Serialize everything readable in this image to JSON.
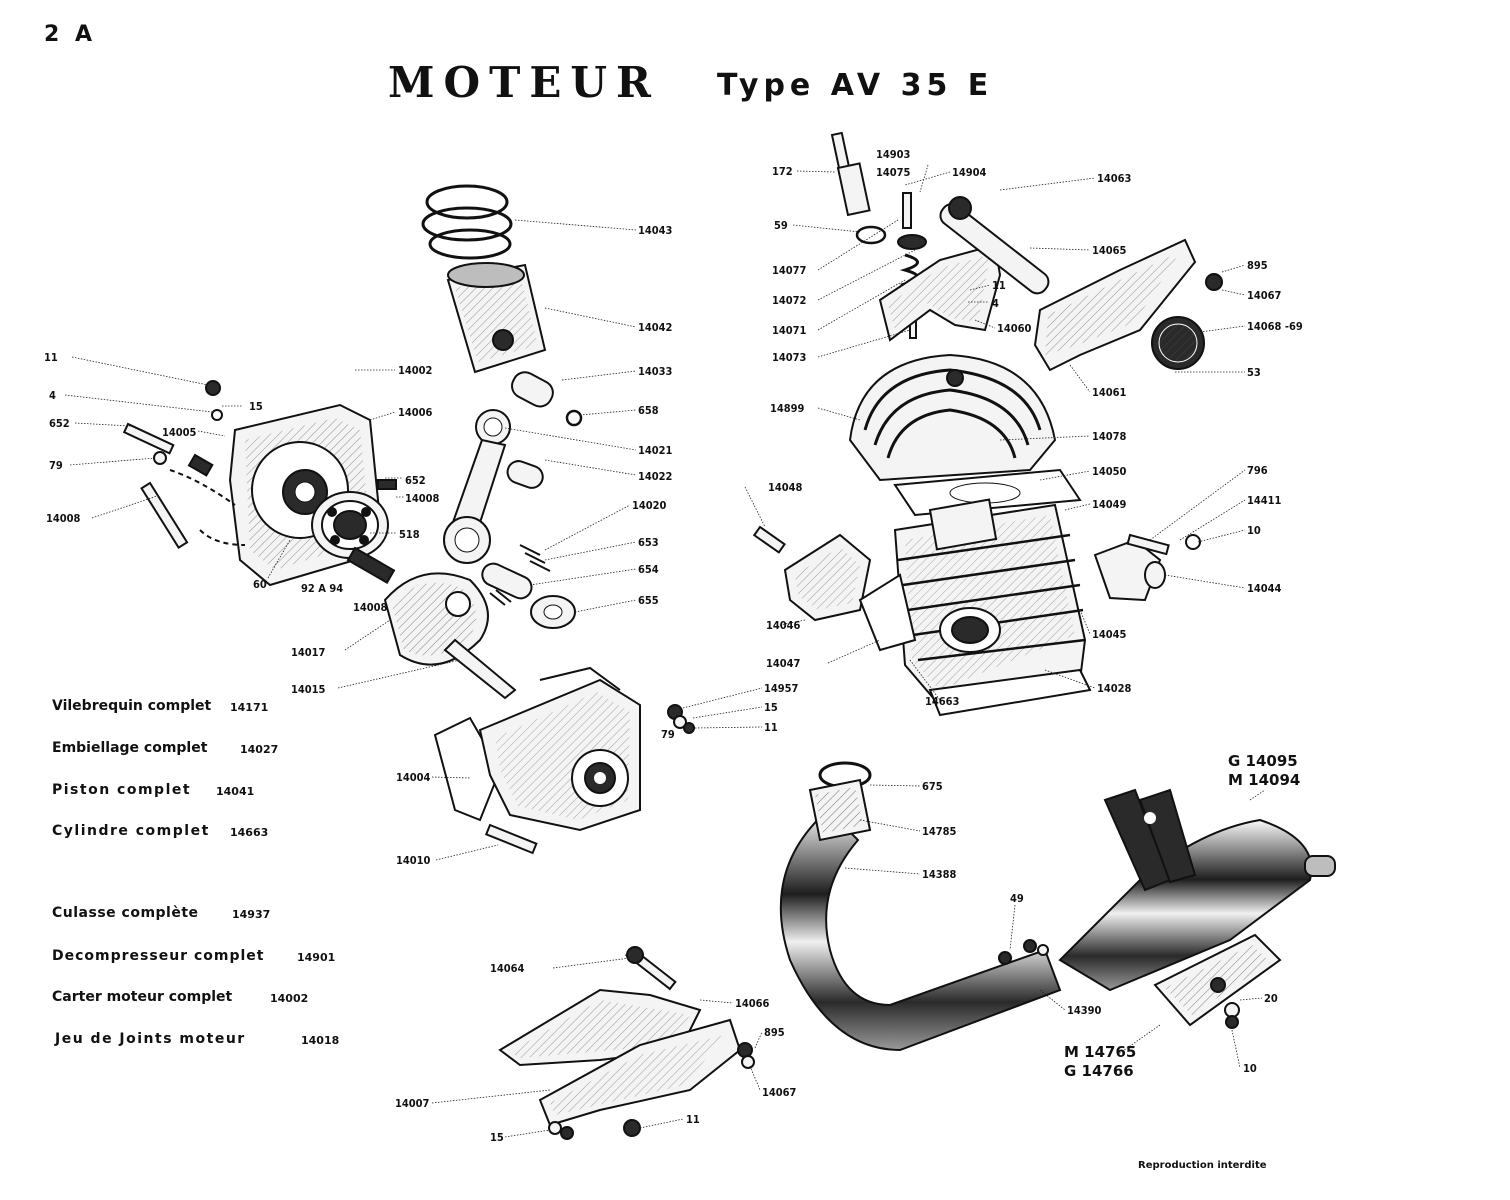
{
  "page_number": "2 A",
  "title": "MOTEUR",
  "subtitle": "Type AV 35 E",
  "footer": "Reproduction interdite",
  "legend": [
    {
      "name": "Vilebrequin complet",
      "code": "14171"
    },
    {
      "name": "Embiellage complet",
      "code": "14027"
    },
    {
      "name": "Piston complet",
      "code": "14041"
    },
    {
      "name": "Cylindre complet",
      "code": "14663"
    },
    {
      "name": "Culasse complète",
      "code": "14937"
    },
    {
      "name": "Decompresseur complet",
      "code": "14901"
    },
    {
      "name": "Carter moteur complet",
      "code": "14002"
    },
    {
      "name": "Jeu de Joints moteur",
      "code": "14018"
    }
  ],
  "labels": {
    "l11a": "11",
    "l4a": "4",
    "l652a": "652",
    "l79a": "79",
    "l14008a": "14008",
    "l15a": "15",
    "l14005": "14005",
    "l14002": "14002",
    "l14006": "14006",
    "l652b": "652",
    "l14008b": "14008",
    "l518": "518",
    "l60": "60",
    "l92a94": "92 A 94",
    "l14008c": "14008",
    "l14017": "14017",
    "l14015": "14015",
    "l14043": "14043",
    "l14042": "14042",
    "l14033": "14033",
    "l658": "658",
    "l14021": "14021",
    "l14022": "14022",
    "l14020": "14020",
    "l653": "653",
    "l654": "654",
    "l655": "655",
    "l14957": "14957",
    "l15b": "15",
    "l11b": "11",
    "l79b": "79",
    "l14004": "14004",
    "l14010": "14010",
    "l172": "172",
    "l14903": "14903",
    "l14075": "14075",
    "l14904": "14904",
    "l14063": "14063",
    "l59": "59",
    "l14077": "14077",
    "l14065": "14065",
    "l895a": "895",
    "l14067a": "14067",
    "l14072": "14072",
    "l11c": "11",
    "l4b": "4",
    "l14071": "14071",
    "l14060": "14060",
    "l1406869": "14068 -69",
    "l14073": "14073",
    "l53": "53",
    "l14061": "14061",
    "l14899": "14899",
    "l14078": "14078",
    "l14050": "14050",
    "l796": "796",
    "l14048": "14048",
    "l14049": "14049",
    "l14411": "14411",
    "l10a": "10",
    "l14044": "14044",
    "l14046": "14046",
    "l14045": "14045",
    "l14047": "14047",
    "l14028": "14028",
    "l14663": "14663",
    "l675": "675",
    "l14785": "14785",
    "l14388": "14388",
    "lG14095": "G 14095",
    "lM14094": "M 14094",
    "l49": "49",
    "l14390": "14390",
    "l20": "20",
    "l10b": "10",
    "lM14765": "M 14765",
    "lG14766": "G 14766",
    "l14064": "14064",
    "l14066": "14066",
    "l895b": "895",
    "l14067b": "14067",
    "l14007": "14007",
    "l15c": "15",
    "l11d": "11"
  }
}
